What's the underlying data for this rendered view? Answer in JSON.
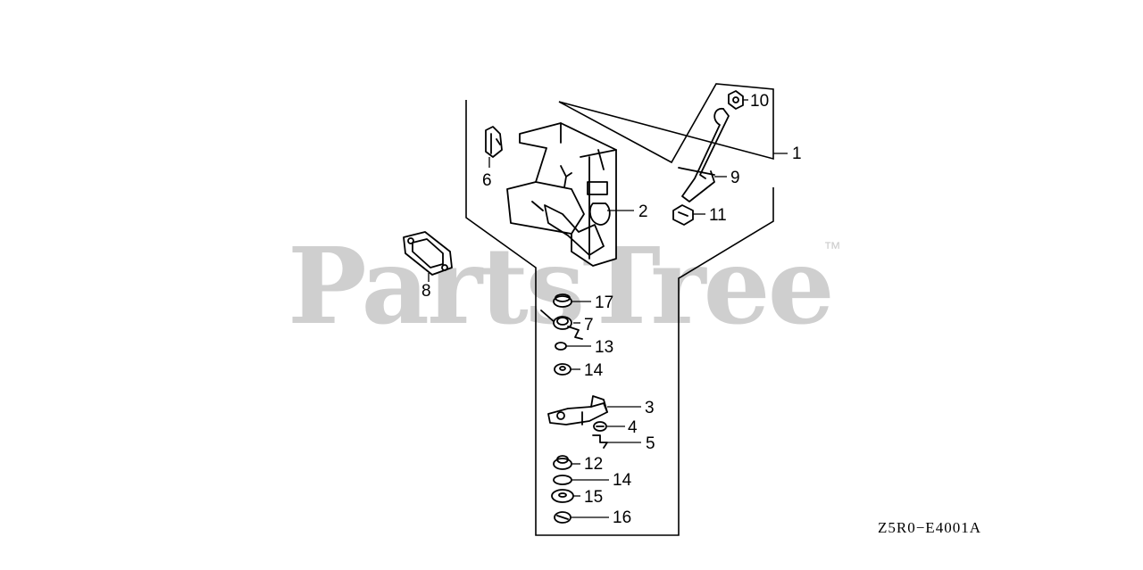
{
  "diagram": {
    "watermark": "PartsTree",
    "trademark": "™",
    "drawing_code": "Z5R0−E4001A",
    "callouts": {
      "c1": "1",
      "c2": "2",
      "c3": "3",
      "c4": "4",
      "c5": "5",
      "c6": "6",
      "c7": "7",
      "c8": "8",
      "c9": "9",
      "c10": "10",
      "c11": "11",
      "c12": "12",
      "c13": "13",
      "c14a": "14",
      "c14b": "14",
      "c15": "15",
      "c16": "16",
      "c17": "17"
    }
  }
}
